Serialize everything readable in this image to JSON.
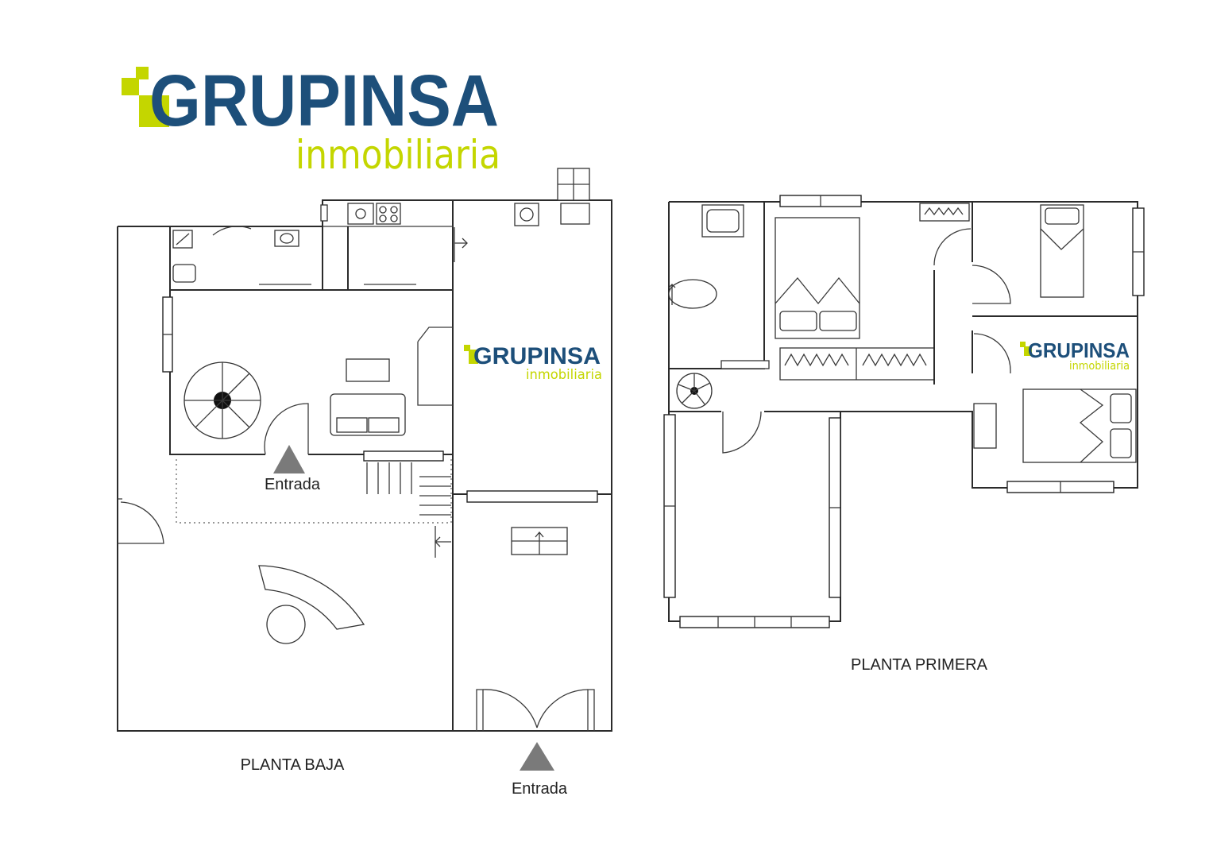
{
  "brand": {
    "name": "GRUPINSA",
    "tagline": "inmobiliaria",
    "color_primary": "#1d4f7a",
    "color_accent": "#c4d600"
  },
  "plans": {
    "ground": {
      "title": "PLANTA BAJA",
      "entrance_top": "Entrada",
      "entrance_bottom": "Entrada"
    },
    "first": {
      "title": "PLANTA PRIMERA"
    }
  },
  "colors": {
    "wall": "#2b2b2b",
    "entrance_marker": "#7a7a7a"
  }
}
